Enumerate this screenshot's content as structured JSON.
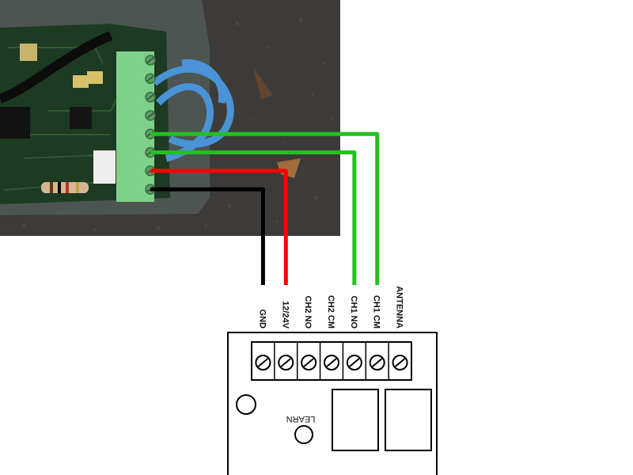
{
  "photo": {
    "description_icon": "pcb-photo",
    "terminal_count": 8,
    "terminal_color": "#7fd18a"
  },
  "receiver": {
    "terminals": [
      "GND",
      "12/24V",
      "CH2 NO",
      "CH2 CM",
      "CH1 NO",
      "CH1 CM",
      "ANTENNA"
    ],
    "learn_label": "LEARN"
  },
  "wires": [
    {
      "from_photo_pin": 8,
      "to_terminal": "GND",
      "color": "#000000"
    },
    {
      "from_photo_pin": 7,
      "to_terminal": "12/24V",
      "color": "#ff0000"
    },
    {
      "from_photo_pin": 6,
      "to_terminal": "CH1 NO",
      "color": "#22c11f"
    },
    {
      "from_photo_pin": 5,
      "to_terminal": "CH1 CM",
      "color": "#22c11f"
    }
  ],
  "colors": {
    "board_green": "#1d3a22",
    "asphalt": "#3e3c3a",
    "wire_blue": "#4a93d6",
    "wire_black": "#000000",
    "wire_red": "#ff0000",
    "wire_green": "#22c11f"
  }
}
